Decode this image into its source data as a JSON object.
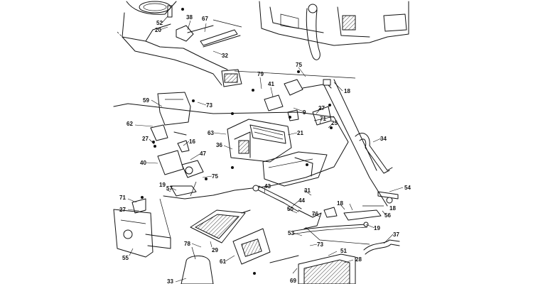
{
  "diagram": {
    "callouts": [
      "52",
      "20",
      "38",
      "67",
      "32",
      "75",
      "79",
      "41",
      "18",
      "59",
      "73",
      "9",
      "27",
      "71",
      "62",
      "16",
      "63",
      "21",
      "25",
      "34",
      "27",
      "36",
      "47",
      "40",
      "75",
      "43",
      "31",
      "19",
      "57",
      "54",
      "71",
      "18",
      "56",
      "27",
      "44",
      "50",
      "76",
      "18",
      "19",
      "78",
      "29",
      "53",
      "37",
      "73",
      "55",
      "61",
      "51",
      "69",
      "28",
      "33"
    ],
    "leaders": [
      [
        228,
        32,
        236,
        23
      ],
      [
        225,
        42,
        236,
        38
      ],
      [
        268,
        29,
        264,
        42
      ],
      [
        290,
        33,
        288,
        45
      ],
      [
        313,
        77,
        300,
        72
      ],
      [
        420,
        95,
        430,
        108
      ],
      [
        366,
        109,
        368,
        125
      ],
      [
        381,
        123,
        384,
        136
      ],
      [
        482,
        128,
        470,
        116
      ],
      [
        213,
        141,
        228,
        150
      ],
      [
        290,
        148,
        278,
        144
      ],
      [
        427,
        157,
        413,
        152
      ],
      [
        452,
        152,
        445,
        160
      ],
      [
        452,
        167,
        450,
        175
      ],
      [
        190,
        176,
        215,
        178
      ],
      [
        266,
        199,
        258,
        205
      ],
      [
        301,
        187,
        318,
        189
      ],
      [
        418,
        187,
        405,
        190
      ],
      [
        468,
        174,
        462,
        180
      ],
      [
        536,
        195,
        525,
        200
      ],
      [
        210,
        196,
        217,
        203
      ],
      [
        315,
        205,
        327,
        210
      ],
      [
        281,
        217,
        268,
        225
      ],
      [
        206,
        229,
        222,
        230
      ],
      [
        298,
        248,
        285,
        250
      ],
      [
        373,
        264,
        372,
        272
      ],
      [
        428,
        268,
        438,
        275
      ],
      [
        234,
        267,
        240,
        270
      ],
      [
        242,
        265,
        248,
        268
      ],
      [
        567,
        264,
        548,
        270
      ],
      [
        180,
        280,
        192,
        285
      ],
      [
        479,
        288,
        485,
        295
      ],
      [
        543,
        303,
        538,
        297
      ],
      [
        180,
        295,
        196,
        297
      ],
      [
        420,
        283,
        412,
        290
      ],
      [
        404,
        294,
        418,
        300
      ],
      [
        439,
        301,
        450,
        305
      ],
      [
        492,
        287,
        496,
        296
      ],
      [
        527,
        321,
        515,
        316
      ],
      [
        270,
        343,
        283,
        348
      ],
      [
        298,
        348,
        296,
        340
      ],
      [
        413,
        328,
        425,
        332
      ],
      [
        553,
        330,
        540,
        343
      ],
      [
        446,
        344,
        436,
        346
      ],
      [
        182,
        360,
        187,
        350
      ],
      [
        317,
        368,
        330,
        360
      ],
      [
        474,
        354,
        462,
        360
      ],
      [
        412,
        385,
        418,
        378
      ],
      [
        497,
        366,
        485,
        370
      ],
      [
        247,
        397,
        262,
        392
      ]
    ]
  }
}
